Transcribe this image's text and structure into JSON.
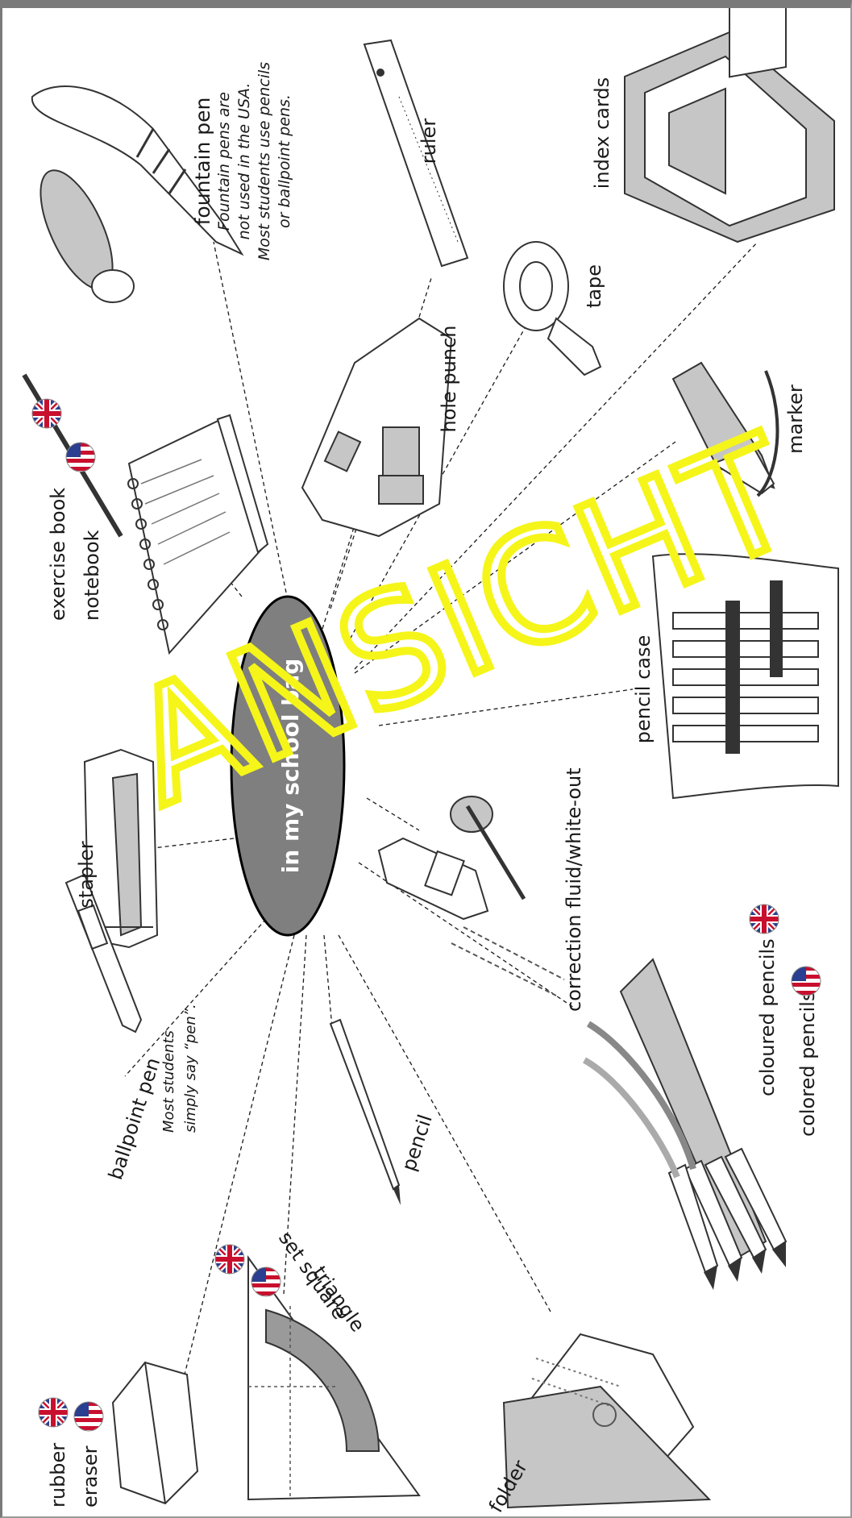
{
  "center": {
    "label": "in my school bag",
    "fill": "#7f7f7f"
  },
  "watermark": {
    "text": "ANSICHT",
    "color": "#f5f51a"
  },
  "flags": {
    "uk": "uk-flag-icon",
    "us": "us-flag-icon"
  },
  "labels": {
    "fountain_pen": "fountain pen",
    "fountain_note_1": "Fountain pens are",
    "fountain_note_2": "not used in the USA.",
    "fountain_note_3": "Most students use pencils",
    "fountain_note_4": "or ballpoint pens.",
    "ruler": "ruler",
    "index_cards": "index cards",
    "tape": "tape",
    "hole_punch": "hole punch",
    "exercise_book": "exercise book",
    "notebook": "notebook",
    "marker": "marker",
    "pencil_case": "pencil case",
    "stapler": "stapler",
    "correction_fluid": "correction fluid/white-out",
    "coloured_pencils": "coloured pencils",
    "colored_pencils": "colored pencils",
    "ballpoint_pen": "ballpoint pen",
    "ballpoint_note_1": "Most students",
    "ballpoint_note_2": "simply say “pen”.",
    "pencil": "pencil",
    "set_square": "set square",
    "triangle": "triangle",
    "rubber": "rubber",
    "eraser": "eraser",
    "folder": "folder"
  }
}
